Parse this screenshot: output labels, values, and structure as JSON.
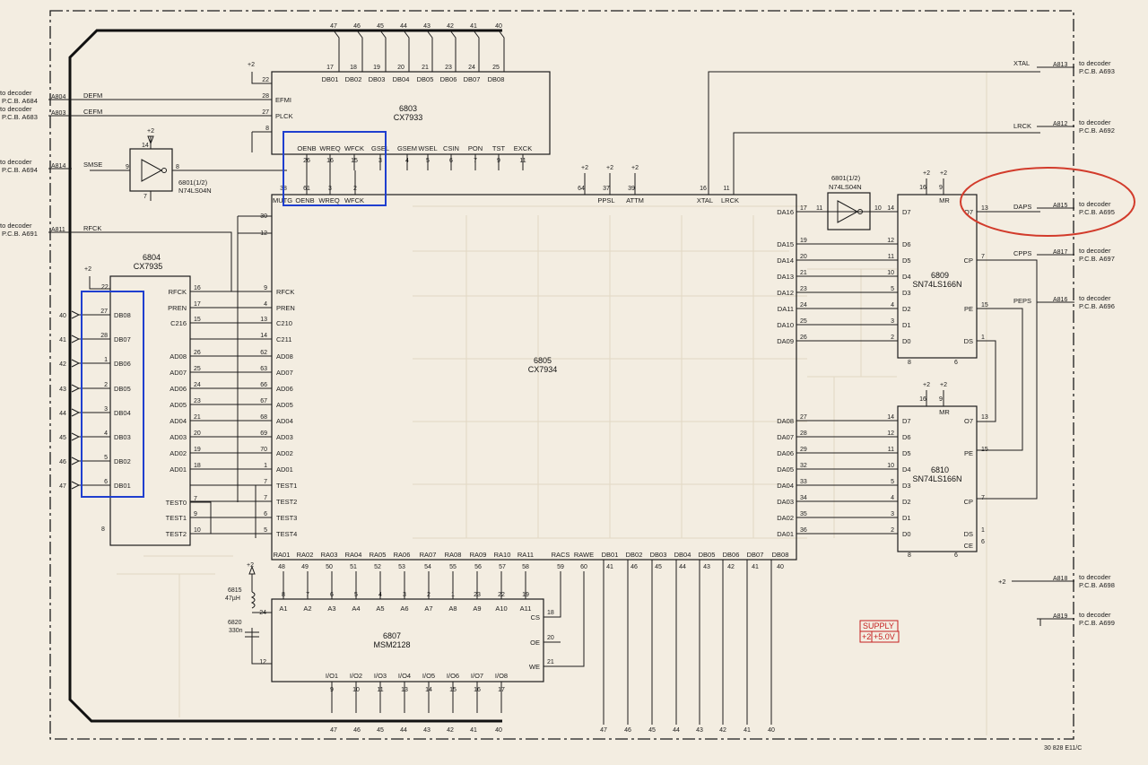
{
  "left_connectors": [
    {
      "signal": "DEFM",
      "pin": "A804",
      "dest": "to decoder",
      "pcb": "P.C.B. A684"
    },
    {
      "signal": "CEFM",
      "pin": "A803",
      "dest": "to decoder",
      "pcb": "P.C.B. A683"
    },
    {
      "signal": "SMSE",
      "pin": "A814",
      "dest": "to decoder",
      "pcb": "P.C.B. A694"
    },
    {
      "signal": "RFCK",
      "pin": "A811",
      "dest": "to decoder",
      "pcb": "P.C.B. A691"
    }
  ],
  "right_connectors": [
    {
      "signal": "XTAL",
      "pin": "A813",
      "dest": "to decoder",
      "pcb": "P.C.B. A693"
    },
    {
      "signal": "LRCK",
      "pin": "A812",
      "dest": "to decoder",
      "pcb": "P.C.B. A692"
    },
    {
      "signal": "DAPS",
      "pin": "A815",
      "dest": "to decoder",
      "pcb": "P.C.B. A695"
    },
    {
      "signal": "CPPS",
      "pin": "A817",
      "dest": "to decoder",
      "pcb": "P.C.B. A697"
    },
    {
      "signal": "PEPS",
      "pin": "A816",
      "dest": "to decoder",
      "pcb": "P.C.B. A696"
    },
    {
      "signal": "+2",
      "pin": "A818",
      "dest": "to decoder",
      "pcb": "P.C.B. A698"
    },
    {
      "signal": "",
      "pin": "A819",
      "dest": "to decoder",
      "pcb": "P.C.B. A699"
    }
  ],
  "chips": {
    "c6803": {
      "ref": "6803",
      "part": "CX7933",
      "top_pins": [
        [
          "17",
          "DB01"
        ],
        [
          "18",
          "DB02"
        ],
        [
          "19",
          "DB03"
        ],
        [
          "20",
          "DB04"
        ],
        [
          "21",
          "DB05"
        ],
        [
          "23",
          "DB06"
        ],
        [
          "24",
          "DB07"
        ],
        [
          "25",
          "DB08"
        ]
      ],
      "bottom_pins": [
        [
          "26",
          "OENB"
        ],
        [
          "16",
          "WREQ"
        ],
        [
          "15",
          "WFCK"
        ],
        [
          "3",
          "GSEL"
        ],
        [
          "4",
          "GSEM"
        ],
        [
          "5",
          "WSEL"
        ],
        [
          "6",
          "CSIN"
        ],
        [
          "7",
          "PON"
        ],
        [
          "9",
          "TST"
        ],
        [
          "11",
          "EXCK"
        ]
      ],
      "left_pins": [
        [
          "28",
          "EFMI"
        ],
        [
          "27",
          "PLCK"
        ],
        [
          "8",
          ""
        ],
        [
          "22",
          ""
        ]
      ]
    },
    "c6805": {
      "ref": "6805",
      "part": "CX7934",
      "top_labels": [
        "MUTG",
        "OENB",
        "WREQ",
        "WFCK",
        "PPSL",
        "ATTM",
        "XTAL",
        "LRCK"
      ],
      "top_pins": [
        "38",
        "61",
        "3",
        "2",
        "64",
        "37",
        "39",
        "16",
        "11"
      ],
      "left_pins": [
        [
          "9",
          "RFCK"
        ],
        [
          "4",
          "PREN"
        ],
        [
          "13",
          "C210"
        ],
        [
          "14",
          "C211"
        ],
        [
          "62",
          "AD08"
        ],
        [
          "63",
          "AD07"
        ],
        [
          "66",
          "AD06"
        ],
        [
          "67",
          "AD05"
        ],
        [
          "68",
          "AD04"
        ],
        [
          "69",
          "AD03"
        ],
        [
          "70",
          "AD02"
        ],
        [
          "1",
          "AD01"
        ],
        [
          "7",
          "TEST1"
        ],
        [
          "7",
          "TEST2"
        ],
        [
          "6",
          "TEST3"
        ],
        [
          "5",
          "TEST4"
        ]
      ],
      "extra_left_pins": [
        "30",
        "12"
      ],
      "right_pins": [
        [
          "17",
          "DA16"
        ],
        [
          "19",
          "DA15"
        ],
        [
          "20",
          "DA14"
        ],
        [
          "21",
          "DA13"
        ],
        [
          "23",
          "DA12"
        ],
        [
          "24",
          "DA11"
        ],
        [
          "25",
          "DA10"
        ],
        [
          "26",
          "DA09"
        ],
        [
          "27",
          "DA08"
        ],
        [
          "28",
          "DA07"
        ],
        [
          "29",
          "DA06"
        ],
        [
          "32",
          "DA05"
        ],
        [
          "33",
          "DA04"
        ],
        [
          "34",
          "DA03"
        ],
        [
          "35",
          "DA02"
        ],
        [
          "36",
          "DA01"
        ]
      ],
      "bottom_labels": [
        "RA01",
        "RA02",
        "RA03",
        "RA04",
        "RA05",
        "RA06",
        "RA07",
        "RA08",
        "RA09",
        "RA10",
        "RA11",
        "RACS",
        "RAWE",
        "DB01",
        "DB02",
        "DB03",
        "DB04",
        "DB05",
        "DB06",
        "DB07",
        "DB08"
      ],
      "bottom_pins": [
        "48",
        "49",
        "50",
        "51",
        "52",
        "53",
        "54",
        "55",
        "56",
        "57",
        "58",
        "59",
        "60",
        "41",
        "46",
        "45",
        "44",
        "43",
        "42",
        "41",
        "40"
      ]
    },
    "c6804": {
      "ref": "6804",
      "part": "CX7935",
      "left_pins": [
        [
          "27",
          "DB08"
        ],
        [
          "28",
          "DB07"
        ],
        [
          "1",
          "DB06"
        ],
        [
          "2",
          "DB05"
        ],
        [
          "3",
          "DB04"
        ],
        [
          "4",
          "DB03"
        ],
        [
          "5",
          "DB02"
        ],
        [
          "6",
          "DB01"
        ]
      ],
      "right_pins": [
        [
          "16",
          "RFCK"
        ],
        [
          "17",
          "PREN"
        ],
        [
          "15",
          "C216"
        ],
        [
          "26",
          "AD08"
        ],
        [
          "25",
          "AD07"
        ],
        [
          "24",
          "AD06"
        ],
        [
          "23",
          "AD05"
        ],
        [
          "21",
          "AD04"
        ],
        [
          "20",
          "AD03"
        ],
        [
          "19",
          "AD02"
        ],
        [
          "18",
          "AD01"
        ],
        [
          "7",
          "TEST0"
        ],
        [
          "9",
          "TEST1"
        ],
        [
          "10",
          "TEST2"
        ]
      ],
      "bus_nums": [
        "40",
        "41",
        "42",
        "43",
        "44",
        "45",
        "46",
        "47"
      ],
      "pin22": "22",
      "pin8": "8"
    },
    "c6807": {
      "ref": "6807",
      "part": "MSM2128",
      "top_pins": [
        [
          "8",
          "A1"
        ],
        [
          "7",
          "A2"
        ],
        [
          "6",
          "A3"
        ],
        [
          "5",
          "A4"
        ],
        [
          "4",
          "A5"
        ],
        [
          "3",
          "A6"
        ],
        [
          "2",
          "A7"
        ],
        [
          "1",
          "A8"
        ],
        [
          "23",
          "A9"
        ],
        [
          "22",
          "A10"
        ],
        [
          "19",
          "A11"
        ]
      ],
      "bottom_pins": [
        [
          "9",
          "I/O1"
        ],
        [
          "10",
          "I/O2"
        ],
        [
          "11",
          "I/O3"
        ],
        [
          "13",
          "I/O4"
        ],
        [
          "14",
          "I/O5"
        ],
        [
          "15",
          "I/O6"
        ],
        [
          "16",
          "I/O7"
        ],
        [
          "17",
          "I/O8"
        ]
      ],
      "right_pins": [
        [
          "18",
          "CS"
        ],
        [
          "20",
          "OE"
        ],
        [
          "21",
          "WE"
        ]
      ],
      "left_pins": [
        "24",
        "12"
      ]
    },
    "c6809": {
      "ref": "6809",
      "part": "SN74LS166N",
      "left_pins": [
        [
          "14",
          "D7"
        ],
        [
          "12",
          "D6"
        ],
        [
          "11",
          "D5"
        ],
        [
          "10",
          "D4"
        ],
        [
          "5",
          "D3"
        ],
        [
          "4",
          "D2"
        ],
        [
          "3",
          "D1"
        ],
        [
          "2",
          "D0"
        ]
      ],
      "right_pins": [
        [
          "13",
          "O7"
        ],
        [
          "7",
          "CP"
        ],
        [
          "15",
          "PE"
        ],
        [
          "1",
          "DS"
        ]
      ],
      "top": [
        "16",
        "MR",
        "9"
      ],
      "bottom": [
        "8",
        "6"
      ]
    },
    "c6810": {
      "ref": "6810",
      "part": "SN74LS166N",
      "left_pins": [
        [
          "14",
          "D7"
        ],
        [
          "12",
          "D6"
        ],
        [
          "11",
          "D5"
        ],
        [
          "10",
          "D4"
        ],
        [
          "5",
          "D3"
        ],
        [
          "4",
          "D2"
        ],
        [
          "3",
          "D1"
        ],
        [
          "2",
          "D0"
        ]
      ],
      "right_pins": [
        [
          "13",
          "O7"
        ],
        [
          "15",
          "PE"
        ],
        [
          "7",
          "CP"
        ],
        [
          "1",
          "DS"
        ],
        [
          "6",
          "CE"
        ]
      ],
      "top": [
        "16",
        "MR",
        "9"
      ],
      "bottom": [
        "8",
        "6"
      ]
    }
  },
  "inverters": [
    {
      "ref": "6801(1/2)",
      "part": "N74LS04N",
      "pins": [
        "9",
        "8",
        "14",
        "7"
      ]
    },
    {
      "ref": "6801(1/2)",
      "part": "N74LS04N",
      "pins": [
        "11",
        "10"
      ]
    }
  ],
  "top_bus_nums": [
    "47",
    "46",
    "45",
    "44",
    "43",
    "42",
    "41",
    "40"
  ],
  "bottom_bus_nums": [
    "47",
    "46",
    "45",
    "44",
    "43",
    "42",
    "41",
    "40"
  ],
  "rail_labels": {
    "vplus": "+2",
    "plus_sign": "+2"
  },
  "passives": {
    "l_ref": "6815",
    "l_val": "47µH",
    "c_ref": "6820",
    "c_val": "330n"
  },
  "supply": {
    "title": "SUPPLY",
    "rail": "+2",
    "voltage": "+5.0V"
  },
  "doc_number": "30 828 E11/C",
  "colors": {
    "blue_highlight": "#1f3fcf",
    "red_highlight": "#d23b2b",
    "supply_red": "#c62020",
    "ink": "#1c1c1c",
    "paper": "#f3ede1"
  }
}
